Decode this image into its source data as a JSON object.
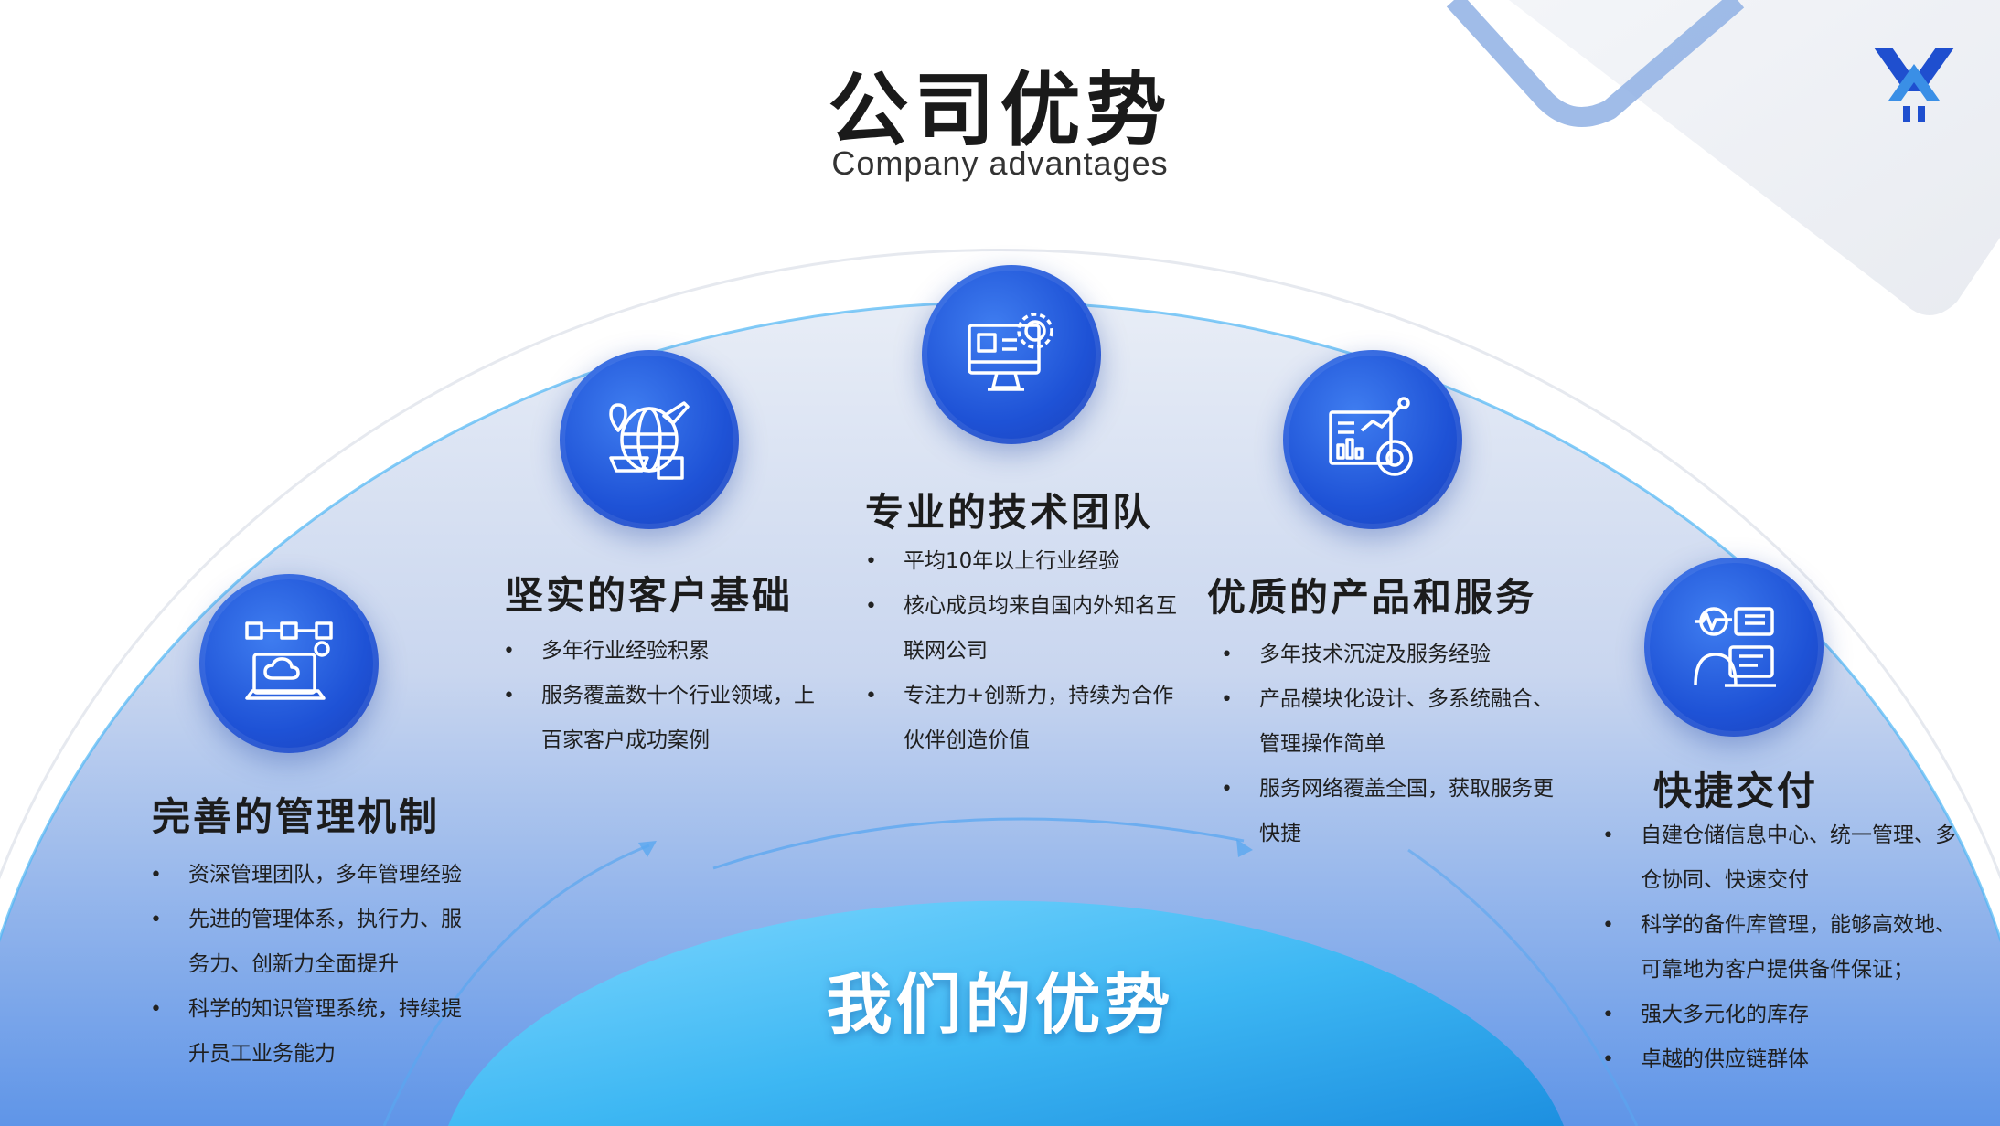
{
  "header": {
    "title": "公司优势",
    "subtitle": "Company advantages"
  },
  "center": {
    "label": "我们的优势"
  },
  "colors": {
    "accent": "#1e52d6",
    "arc_light": "#dde5f3",
    "arc_blue": "#7fa9ea",
    "inner_cyan": "#35b7f1"
  },
  "features": [
    {
      "icon": "cloud-laptop-icon",
      "title": "完善的管理机制",
      "items": [
        "资深管理团队，多年管理经验",
        "先进的管理体系，执行力、服务力、创新力全面提升",
        "科学的知识管理系统，持续提升员工业务能力"
      ]
    },
    {
      "icon": "globe-logistics-icon",
      "title": "坚实的客户基础",
      "items": [
        "多年行业经验积累",
        "服务覆盖数十个行业领域，上百家客户成功案例"
      ]
    },
    {
      "icon": "monitor-gear-icon",
      "title": "专业的技术团队",
      "items": [
        "平均10年以上行业经验",
        "核心成员均来自国内外知名互联网公司",
        "专注力+创新力，持续为合作伙伴创造价值"
      ]
    },
    {
      "icon": "analytics-dashboard-icon",
      "title": "优质的产品和服务",
      "items": [
        "多年技术沉淀及服务经验",
        "产品模块化设计、多系统融合、管理操作简单",
        "服务网络覆盖全国，获取服务更快捷"
      ]
    },
    {
      "icon": "support-agent-icon",
      "title": "快捷交付",
      "items": [
        "自建仓储信息中心、统一管理、多仓协同、快速交付",
        "科学的备件库管理，能够高效地、可靠地为客户提供备件保证；",
        "强大多元化的库存",
        "卓越的供应链群体"
      ]
    }
  ]
}
